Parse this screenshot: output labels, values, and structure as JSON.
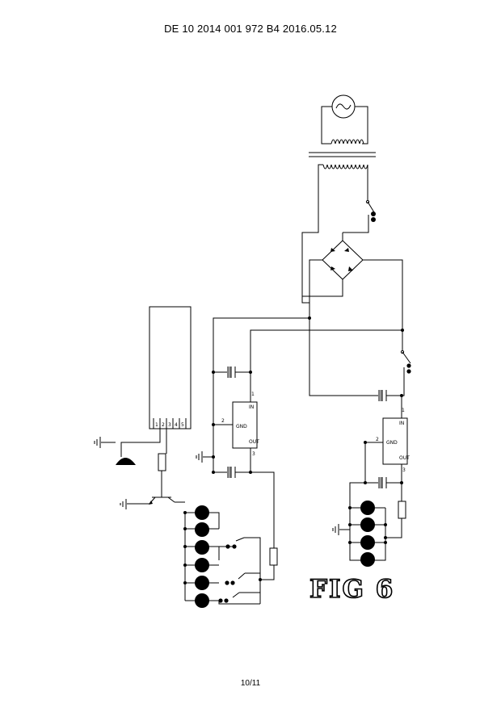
{
  "header": {
    "text": "DE 10 2014 001 972 B4     2016.05.12"
  },
  "figure": {
    "label": "FIG 6"
  },
  "footer": {
    "page": "10/11"
  },
  "regulator_left": {
    "gnd": "GND",
    "pin_in": "1",
    "pin_gnd": "2",
    "pin_out": "3"
  },
  "regulator_right": {
    "gnd": "GND",
    "pin_in": "1",
    "pin_gnd": "2",
    "pin_out": "3"
  },
  "module_pins": [
    "1",
    "2",
    "3",
    "4",
    "5"
  ]
}
